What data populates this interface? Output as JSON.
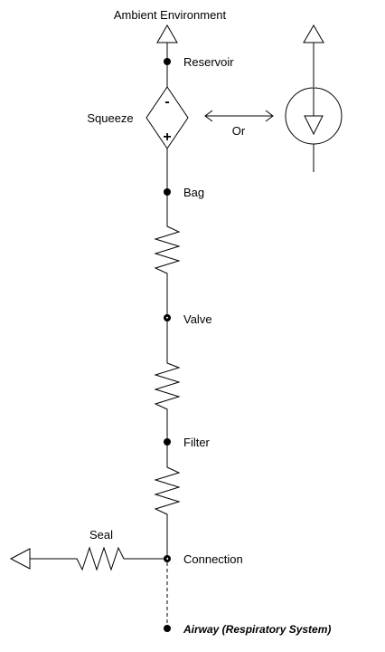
{
  "labels": {
    "ambient": "Ambient Environment",
    "reservoir": "Reservoir",
    "squeeze": "Squeeze",
    "minus": "-",
    "plus": "+",
    "or": "Or",
    "bag": "Bag",
    "valve": "Valve",
    "filter": "Filter",
    "seal": "Seal",
    "connection": "Connection",
    "airway": "Airway (Respiratory System)"
  }
}
